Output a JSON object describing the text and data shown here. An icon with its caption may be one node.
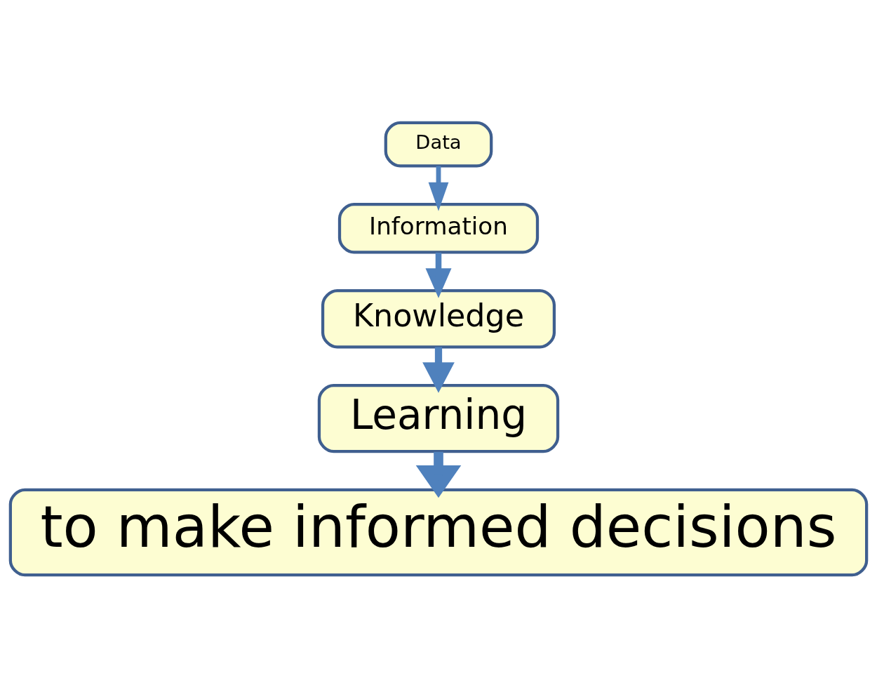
{
  "diagram": {
    "nodes": [
      {
        "text": [
          "Data"
        ]
      },
      {
        "text": [
          "Information"
        ]
      },
      {
        "text": [
          "Knowledge"
        ]
      },
      {
        "text": [
          "Learning"
        ]
      },
      {
        "text": [
          "to make informed decisions"
        ]
      }
    ],
    "edges": [
      {
        "from": 0,
        "to": 1,
        "arrow": "to"
      },
      {
        "from": 1,
        "to": 2,
        "arrow": "to"
      },
      {
        "from": 2,
        "to": 3,
        "arrow": "to"
      },
      {
        "from": 3,
        "to": 4,
        "arrow": "to"
      }
    ]
  }
}
